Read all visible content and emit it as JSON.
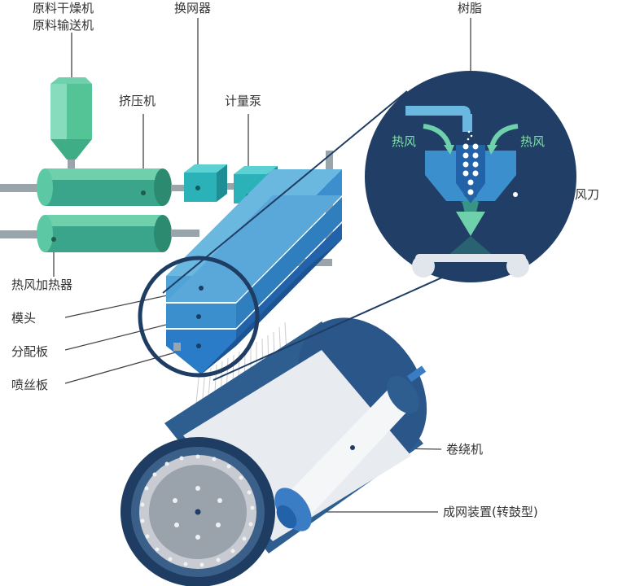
{
  "labels": {
    "dryer": "原料干燥机",
    "conveyor": "原料输送机",
    "screen_changer": "换网器",
    "resin": "树脂",
    "extruder": "挤压机",
    "metering_pump": "计量泵",
    "hot_air_left": "热风",
    "hot_air_right": "热风",
    "air_knife": "风刀",
    "air_heater": "热风加热器",
    "die_head": "模头",
    "distribution_plate": "分配板",
    "spinneret": "喷丝板",
    "winder": "卷绕机",
    "web_former": "成网装置(转鼓型)"
  },
  "colors": {
    "green_dark": "#3aa58a",
    "green_light": "#6fd0ac",
    "teal": "#2ab2b8",
    "blue_top": "#6ab7e0",
    "blue_mid": "#3b8fcc",
    "blue_dark": "#2262a8",
    "navy": "#1f3d63",
    "zoom_bg": "#213f66",
    "leader": "#404040"
  }
}
